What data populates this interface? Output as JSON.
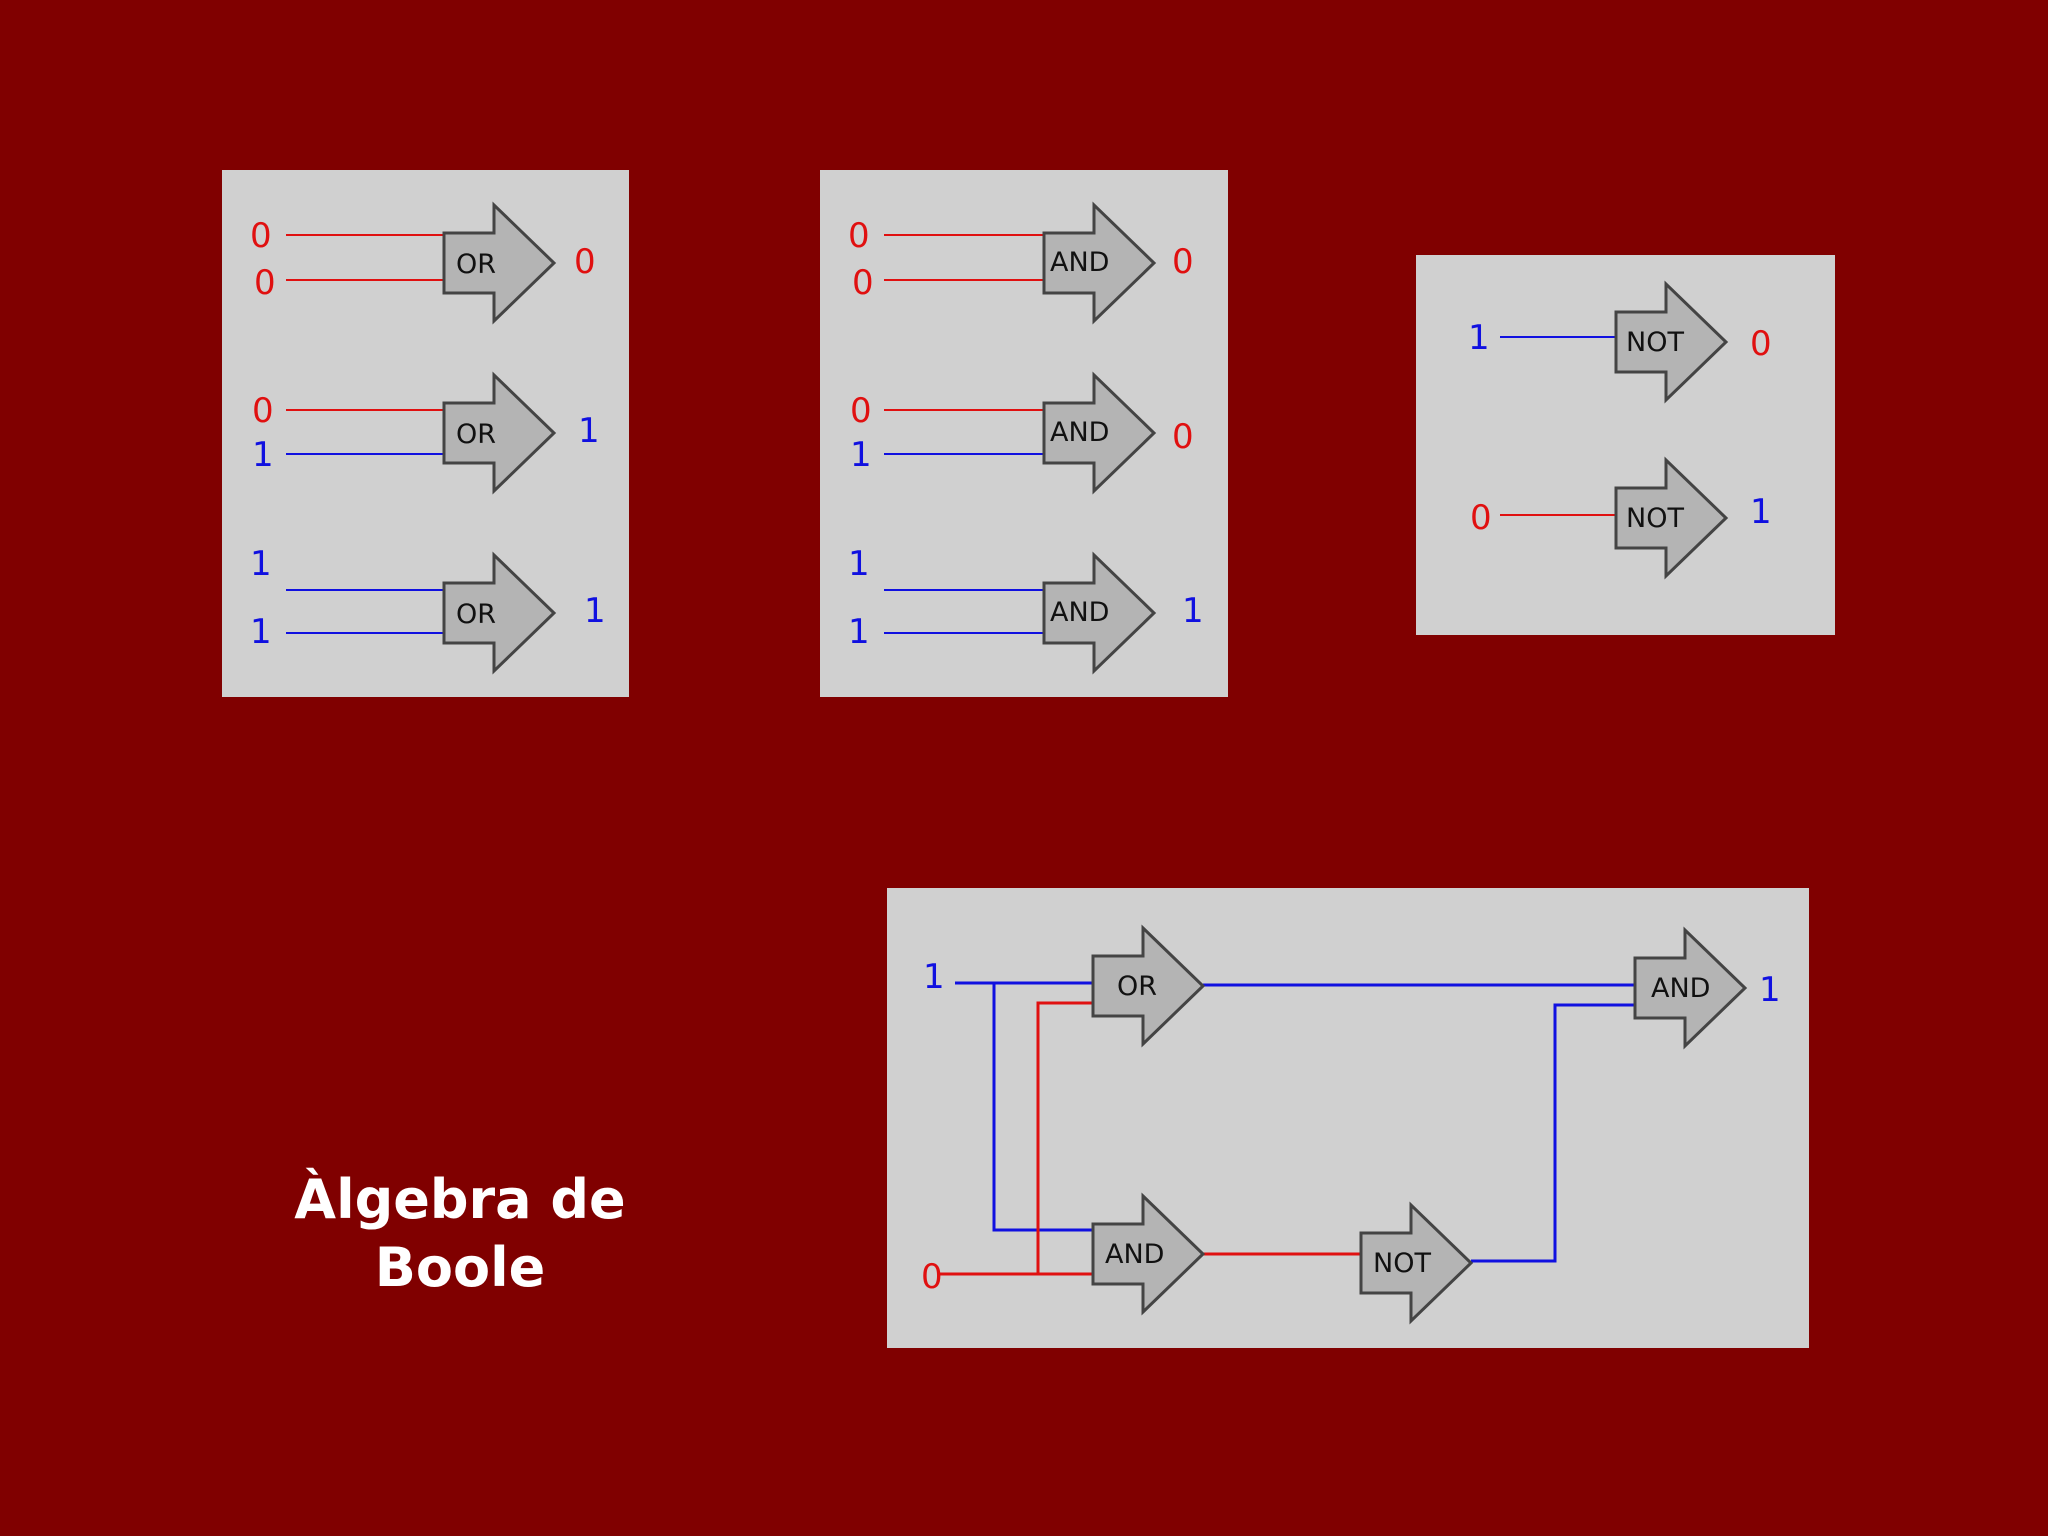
{
  "title": {
    "line1": "Àlgebra de",
    "line2": "Boole"
  },
  "colors": {
    "background": "#800000",
    "panel": "#d0d0d0",
    "bit0": "#e01010",
    "bit1": "#1010e0"
  },
  "or_table": [
    {
      "in": [
        "0",
        "0"
      ],
      "gate": "OR",
      "out": "0"
    },
    {
      "in": [
        "0",
        "1"
      ],
      "gate": "OR",
      "out": "1"
    },
    {
      "in": [
        "1",
        "1"
      ],
      "gate": "OR",
      "out": "1"
    }
  ],
  "and_table": [
    {
      "in": [
        "0",
        "0"
      ],
      "gate": "AND",
      "out": "0"
    },
    {
      "in": [
        "0",
        "1"
      ],
      "gate": "AND",
      "out": "0"
    },
    {
      "in": [
        "1",
        "1"
      ],
      "gate": "AND",
      "out": "1"
    }
  ],
  "not_table": [
    {
      "in": [
        "1"
      ],
      "gate": "NOT",
      "out": "0"
    },
    {
      "in": [
        "0"
      ],
      "gate": "NOT",
      "out": "1"
    }
  ],
  "circuit": {
    "input_a": "1",
    "input_b": "0",
    "gate_or": "OR",
    "gate_and_lower": "AND",
    "gate_not": "NOT",
    "gate_and_final": "AND",
    "output": "1"
  }
}
